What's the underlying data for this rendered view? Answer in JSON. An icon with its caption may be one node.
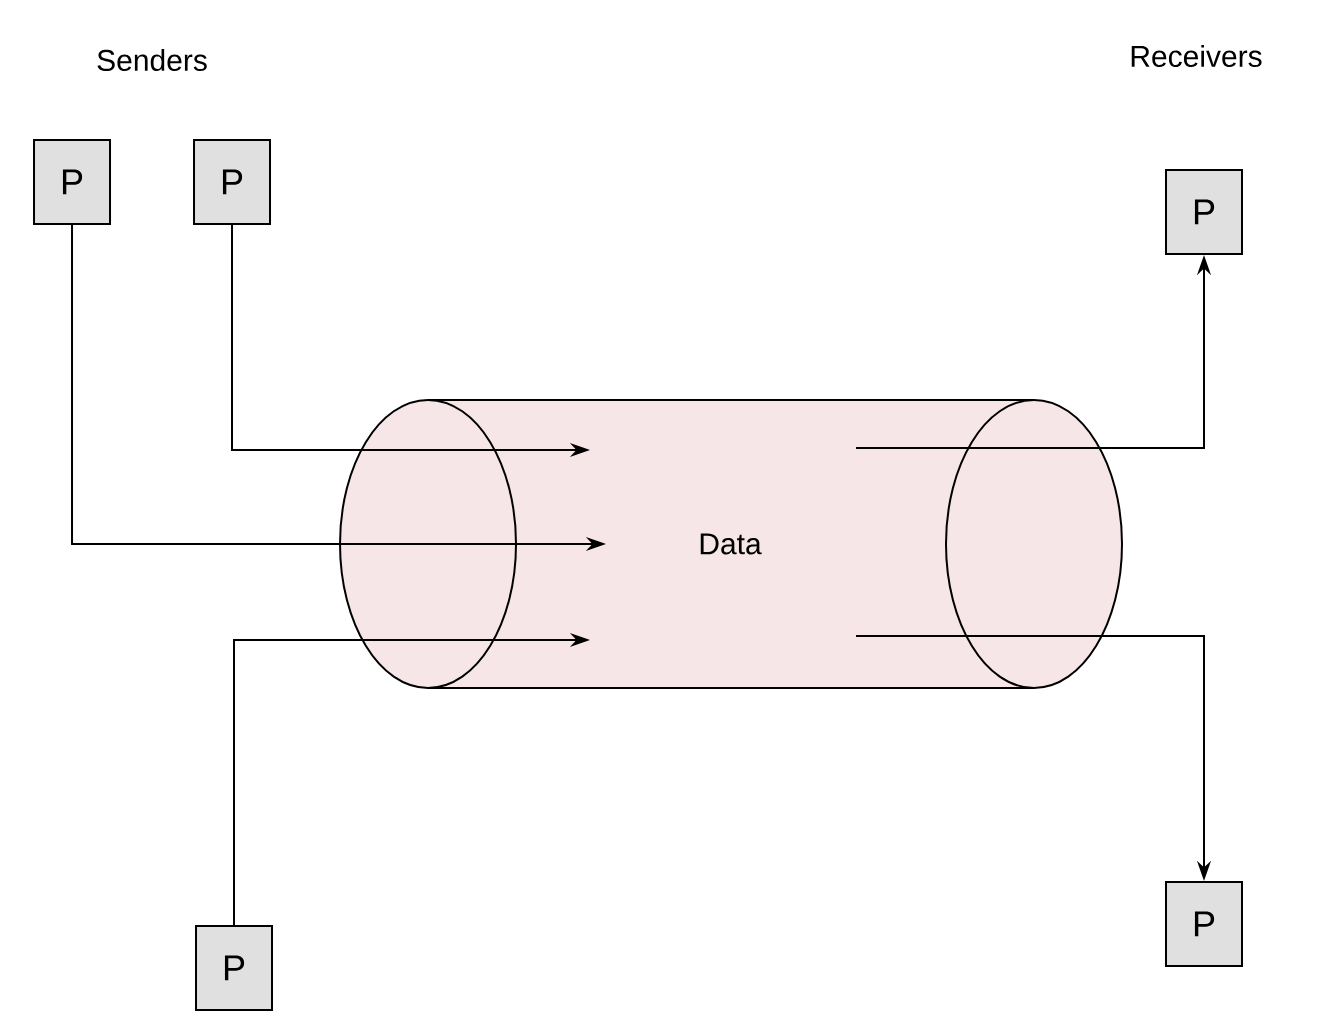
{
  "diagram": {
    "nodes": [
      {
        "text": [
          "P"
        ]
      },
      {
        "text": [
          "P"
        ]
      },
      {
        "text": [
          "P"
        ]
      },
      {
        "text": [
          "Data"
        ]
      },
      {
        "text": [
          "P"
        ]
      },
      {
        "text": [
          "P"
        ]
      }
    ],
    "edges": [
      {
        "from": 0,
        "to": 3,
        "arrow": "to"
      },
      {
        "from": 1,
        "to": 3,
        "arrow": "to"
      },
      {
        "from": 5,
        "to": 3,
        "arrow": "to"
      },
      {
        "from": 3,
        "to": 2,
        "arrow": "to"
      },
      {
        "from": 3,
        "to": 4,
        "arrow": "to"
      }
    ],
    "labels": [
      "Senders",
      "Receivers"
    ]
  }
}
